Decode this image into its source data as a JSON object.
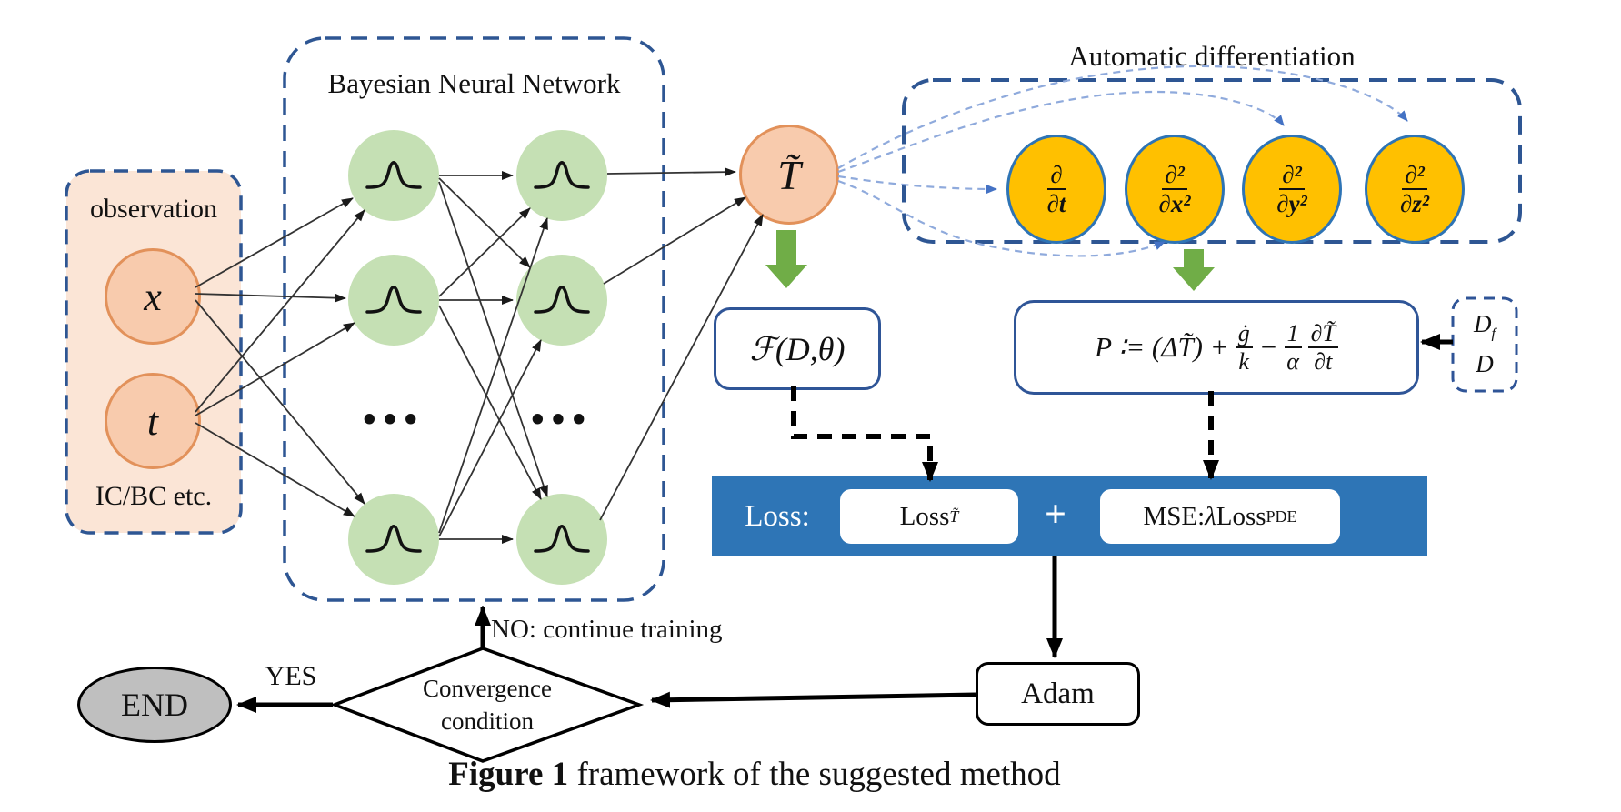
{
  "figure": {
    "caption_bold": "Figure 1",
    "caption_rest": " framework of the suggested method"
  },
  "observation": {
    "title": "observation",
    "node_x": "x",
    "node_t": "t",
    "footer": "IC/BC etc."
  },
  "bnn": {
    "title": "Bayesian Neural Network",
    "dots": "•••"
  },
  "t_node": {
    "label": "T̃"
  },
  "auto_diff": {
    "title": "Automatic differentiation",
    "derivatives": [
      {
        "num": "∂",
        "den": "∂t"
      },
      {
        "num": "∂²",
        "den": "∂x²"
      },
      {
        "num": "∂²",
        "den": "∂y²"
      },
      {
        "num": "∂²",
        "den": "∂z²"
      }
    ]
  },
  "f_box": {
    "label": "ℱ(D,θ)"
  },
  "p_box": {
    "lhs": "P ∶= (ΔT̃) +",
    "frac1_num": "ġ",
    "frac1_den": "k",
    "minus": "−",
    "frac2_num": "1",
    "frac2_den": "α",
    "frac3_num": "∂T̃",
    "frac3_den": "∂t"
  },
  "data_box": {
    "line1_base": "D",
    "line1_sub": "f",
    "line2": "D"
  },
  "loss_bar": {
    "label": "Loss:",
    "term1_base": "Loss",
    "term1_sub": "T̃",
    "plus": "+",
    "term2_prefix": "MSE:",
    "term2_lambda": "λ",
    "term2_base": "Loss",
    "term2_sub": "PDE"
  },
  "optimizer": {
    "label": "Adam"
  },
  "decision": {
    "line1": "Convergence",
    "line2": "condition",
    "yes_label": "YES",
    "no_label": "NO: continue training"
  },
  "end_node": {
    "label": "END"
  },
  "colors": {
    "dashed_border": "#2E5693",
    "observation_fill": "#FBE5D6",
    "io_node_fill": "#F8CBAD",
    "io_node_border": "#E2915A",
    "neuron_green": "#C5E0B4",
    "derivative_yellow": "#FFC000",
    "derivative_border": "#2E74B5",
    "loss_bar_blue": "#2E75B6",
    "block_arrow_green": "#70AD47",
    "end_gray": "#BFBFBF",
    "fan_dash_blue": "#8FAADC"
  }
}
